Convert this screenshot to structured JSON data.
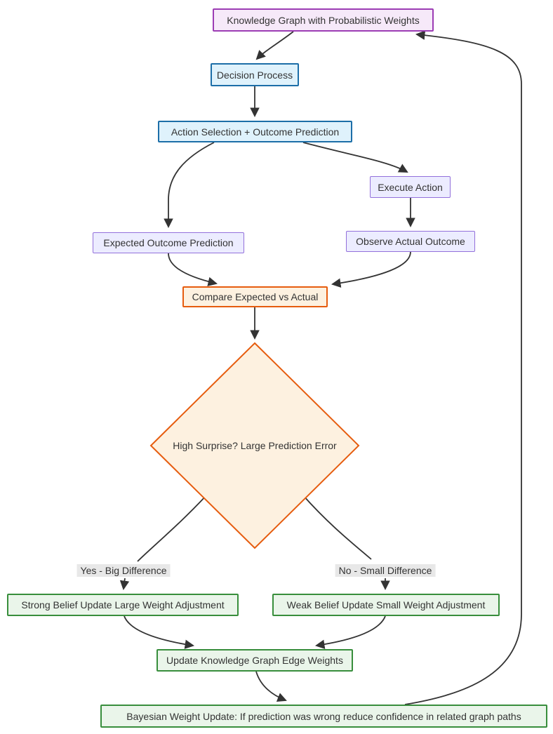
{
  "diagram": {
    "type": "flowchart",
    "nodes": {
      "kg": {
        "label": "Knowledge Graph with Probabilistic Weights",
        "style": "purple"
      },
      "decision": {
        "label": "Decision Process",
        "style": "blue"
      },
      "action": {
        "label": "Action Selection + Outcome Prediction",
        "style": "blue"
      },
      "execute": {
        "label": "Execute Action",
        "style": "lavender"
      },
      "observe": {
        "label": "Observe Actual Outcome",
        "style": "lavender"
      },
      "expected": {
        "label": "Expected Outcome Prediction",
        "style": "lavender"
      },
      "compare": {
        "label": "Compare Expected vs Actual",
        "style": "orange"
      },
      "surprise": {
        "label": "High Surprise? Large Prediction Error",
        "style": "orange-diamond"
      },
      "strong": {
        "label": "Strong Belief Update Large Weight Adjustment",
        "style": "green"
      },
      "weak": {
        "label": "Weak Belief Update Small Weight Adjustment",
        "style": "green"
      },
      "update": {
        "label": "Update Knowledge Graph Edge Weights",
        "style": "green"
      },
      "bayes": {
        "label": "Bayesian Weight Update: If prediction was wrong reduce confidence in related graph paths",
        "style": "green"
      }
    },
    "edge_labels": {
      "yes": "Yes - Big Difference",
      "no": "No - Small Difference"
    },
    "edges": [
      {
        "from": "kg",
        "to": "decision"
      },
      {
        "from": "decision",
        "to": "action"
      },
      {
        "from": "action",
        "to": "expected"
      },
      {
        "from": "action",
        "to": "execute"
      },
      {
        "from": "execute",
        "to": "observe"
      },
      {
        "from": "observe",
        "to": "compare"
      },
      {
        "from": "expected",
        "to": "compare"
      },
      {
        "from": "compare",
        "to": "surprise"
      },
      {
        "from": "surprise",
        "to": "strong",
        "label": "Yes - Big Difference"
      },
      {
        "from": "surprise",
        "to": "weak",
        "label": "No - Small Difference"
      },
      {
        "from": "strong",
        "to": "update"
      },
      {
        "from": "weak",
        "to": "update"
      },
      {
        "from": "update",
        "to": "bayes"
      },
      {
        "from": "bayes",
        "to": "kg"
      }
    ],
    "colors": {
      "purple_fill": "#f6e9f9",
      "purple_stroke": "#9c3cb4",
      "blue_fill": "#dff2fc",
      "blue_stroke": "#1c6ea8",
      "lavender_fill": "#ececff",
      "lavender_stroke": "#9370db",
      "orange_fill": "#fdf1e0",
      "orange_stroke": "#e65c0e",
      "green_fill": "#eaf5ea",
      "green_stroke": "#388e3c",
      "edge_label_bg": "#e8e8e8",
      "arrow": "#333333",
      "text": "#333333",
      "background": "#ffffff"
    }
  }
}
